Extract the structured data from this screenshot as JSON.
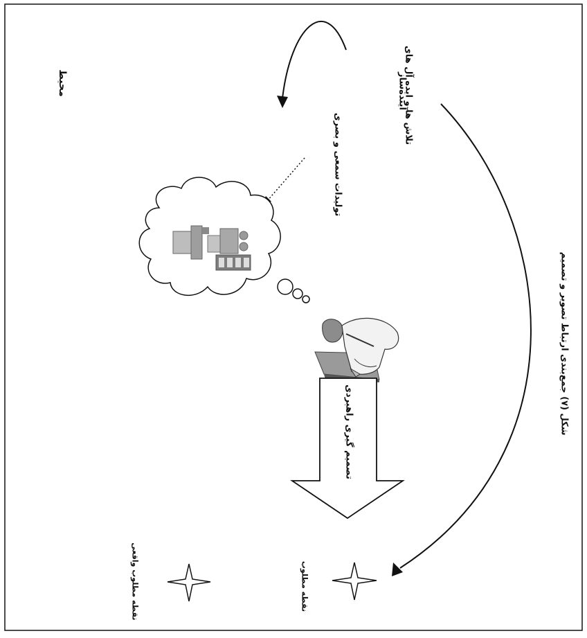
{
  "labels": {
    "environment": "محیط",
    "efforts_ideals": "تلاش ها و ایده آل های",
    "efforts_ideals_2": "آینده‌ساز",
    "av_products": "تولیدات سمعی و بصری",
    "strategic_decision": "تصمیم گیری راهبردی",
    "desired_point_real": "نقطه مطلوب واقعی",
    "desired_point": "نقطه مطلوب",
    "caption": "شکل (۷) جمع‌بندی ارتباط تصویر و تصمیم"
  },
  "icons": {
    "thought_cloud": "thought-cloud-icon",
    "media_equipment": "media-equipment-icon",
    "person_at_desk": "person-at-desk-icon",
    "star": "four-point-star-icon"
  }
}
